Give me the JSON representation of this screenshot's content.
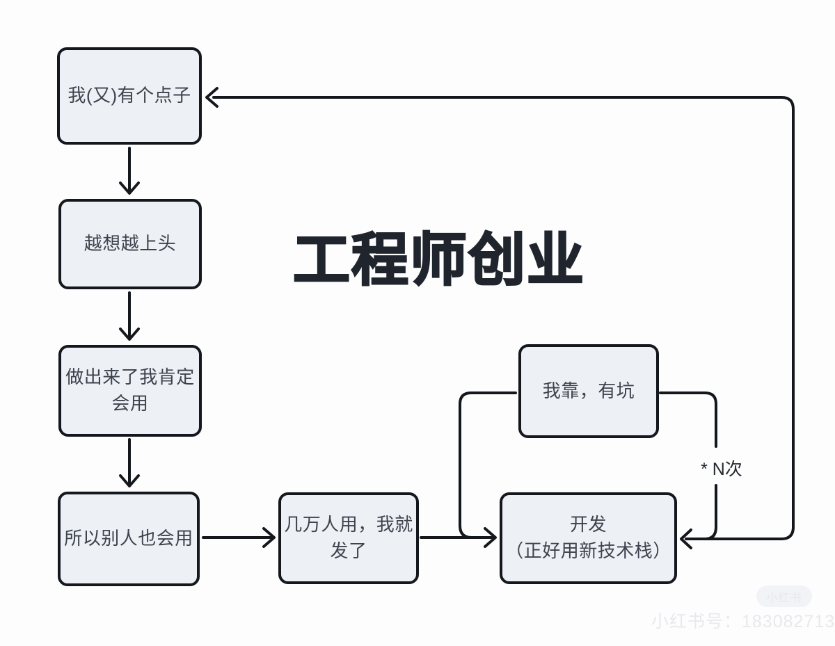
{
  "title": "工程师创业",
  "nodes": [
    {
      "id": "idea",
      "label": "我(又)有个点子"
    },
    {
      "id": "hooked",
      "label": "越想越上头"
    },
    {
      "id": "i-will-use",
      "label": "做出来了我肯定\n会用"
    },
    {
      "id": "others-will-use",
      "label": "所以别人也会用"
    },
    {
      "id": "get-rich",
      "label": "几万人用，我就\n发了"
    },
    {
      "id": "pitfall",
      "label": "我靠，有坑"
    },
    {
      "id": "develop",
      "label": "开发\n（正好用新技术栈）"
    }
  ],
  "edges": [
    {
      "from": "idea",
      "to": "hooked"
    },
    {
      "from": "hooked",
      "to": "i-will-use"
    },
    {
      "from": "i-will-use",
      "to": "others-will-use"
    },
    {
      "from": "others-will-use",
      "to": "get-rich"
    },
    {
      "from": "get-rich",
      "to": "develop"
    },
    {
      "from": "develop",
      "to": "pitfall"
    },
    {
      "from": "pitfall",
      "to": "develop",
      "label": "* N次"
    },
    {
      "from": "develop",
      "to": "idea"
    }
  ],
  "edge_labels": {
    "loop_count": "* N次"
  },
  "watermark": {
    "badge": "小红书",
    "account": "小红书号：183082713"
  },
  "colors": {
    "line": "#14171c",
    "box_fill": "#edf1f6",
    "box_border": "#14171c",
    "title": "#20242c",
    "watermark": "#e8e9ed"
  }
}
